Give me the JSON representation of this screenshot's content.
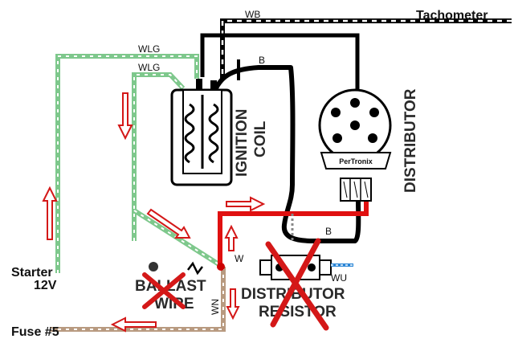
{
  "labels": {
    "tachometer": "Tachometer",
    "wb": "WB",
    "wlg_upper": "WLG",
    "wlg_lower": "WLG",
    "b_upper": "B",
    "b_lower": "B",
    "ignition_coil_line1": "IGNITION",
    "ignition_coil_line2": "COIL",
    "distributor": "DISTRIBUTOR",
    "pertronix": "PerTronix",
    "starter_line1": "Starter",
    "starter_line2": "12V",
    "fuse": "Fuse #5",
    "ballast_line1": "BALLAST",
    "ballast_line2": "WIRE",
    "resistor_line1": "DISTRIBUTOR",
    "resistor_line2": "RESISTOR",
    "wn": "WN",
    "wu": "WU",
    "w": "W"
  },
  "colors": {
    "black_wire": "#000000",
    "red_wire": "#e01010",
    "green_wire": "#7ec88c",
    "tan_wire": "#b89a80",
    "white_stripe": "#ffffff",
    "cross_out": "#d41818",
    "arrow_outline": "#d41818",
    "blue_wire": "#2a86d6"
  }
}
